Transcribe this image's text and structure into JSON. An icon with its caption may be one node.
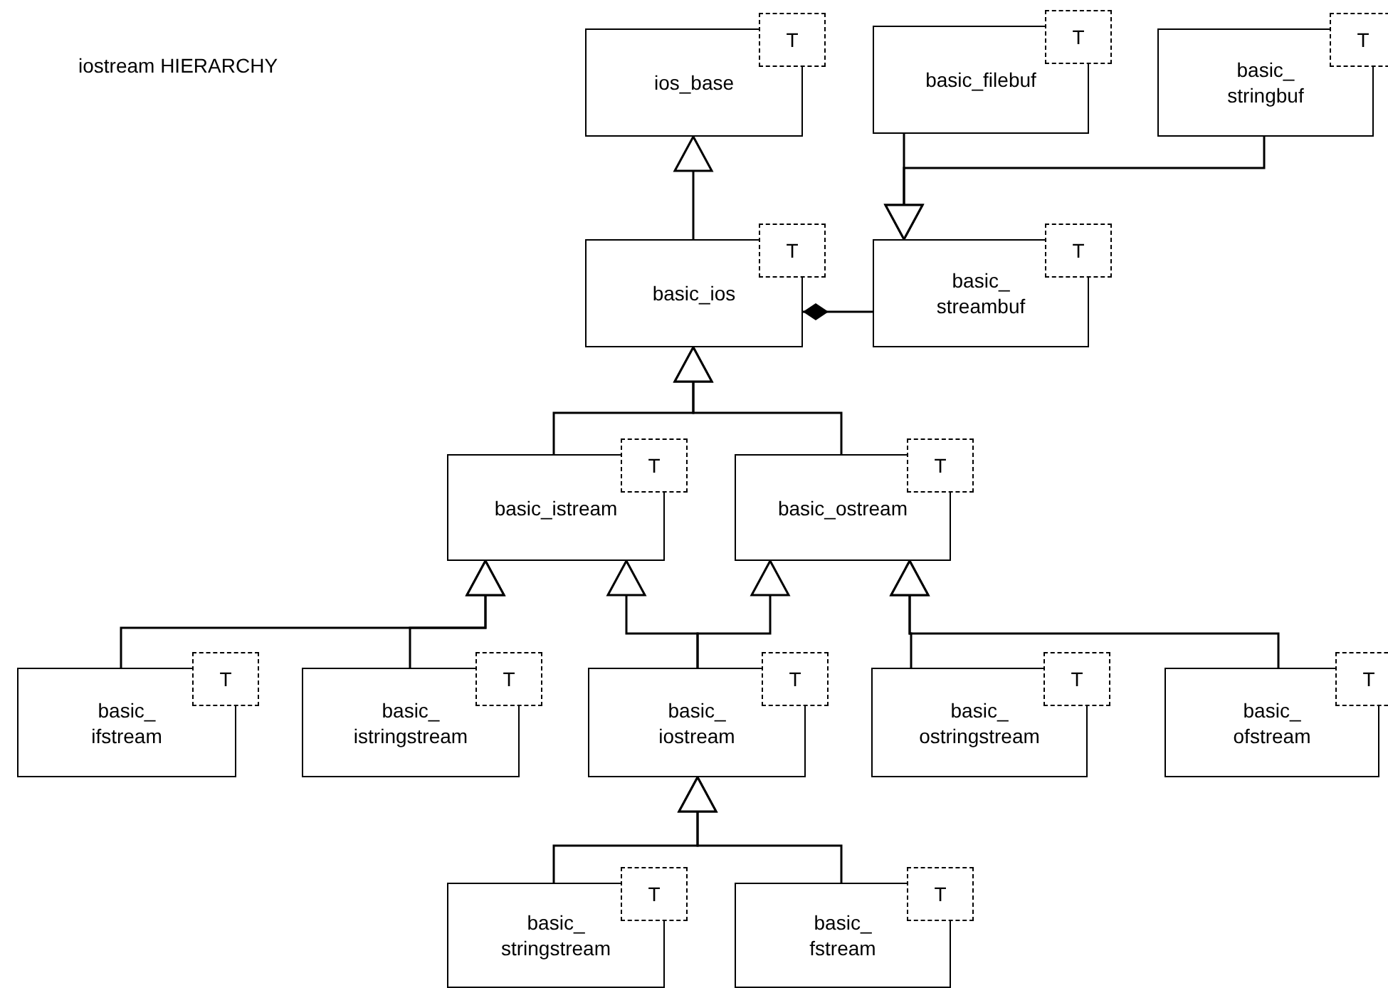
{
  "diagram": {
    "title": "iostream HIERARCHY",
    "nodes": [
      {
        "text": [
          "ios_base",
          "T"
        ]
      },
      {
        "text": [
          "basic_filebuf",
          "T"
        ]
      },
      {
        "text": [
          "basic_ stringbuf",
          "T"
        ]
      },
      {
        "text": [
          "basic_ios",
          "T"
        ]
      },
      {
        "text": [
          "basic_ streambuf",
          "T"
        ]
      },
      {
        "text": [
          "basic_istream",
          "T"
        ]
      },
      {
        "text": [
          "basic_ostream",
          "T"
        ]
      },
      {
        "text": [
          "basic_ ifstream",
          "T"
        ]
      },
      {
        "text": [
          "basic_ istringstream",
          "T"
        ]
      },
      {
        "text": [
          "basic_ iostream",
          "T"
        ]
      },
      {
        "text": [
          "basic_ ostringstream",
          "T"
        ]
      },
      {
        "text": [
          "basic_ ofstream",
          "T"
        ]
      },
      {
        "text": [
          "basic_ stringstream",
          "T"
        ]
      },
      {
        "text": [
          "basic_ fstream",
          "T"
        ]
      }
    ],
    "edges": [
      {
        "from": 3,
        "to": 0,
        "arrow": "to"
      },
      {
        "from": 1,
        "to": 4,
        "arrow": "to"
      },
      {
        "from": 2,
        "to": 4,
        "arrow": "to"
      },
      {
        "from": 4,
        "to": 3,
        "arrow": "other"
      },
      {
        "from": 5,
        "to": 3,
        "arrow": "to"
      },
      {
        "from": 6,
        "to": 3,
        "arrow": "to"
      },
      {
        "from": 7,
        "to": 5,
        "arrow": "to"
      },
      {
        "from": 8,
        "to": 5,
        "arrow": "to"
      },
      {
        "from": 9,
        "to": 5,
        "arrow": "to"
      },
      {
        "from": 9,
        "to": 6,
        "arrow": "to"
      },
      {
        "from": 10,
        "to": 6,
        "arrow": "to"
      },
      {
        "from": 11,
        "to": 6,
        "arrow": "to"
      },
      {
        "from": 12,
        "to": 9,
        "arrow": "to"
      },
      {
        "from": 13,
        "to": 9,
        "arrow": "to"
      }
    ]
  }
}
